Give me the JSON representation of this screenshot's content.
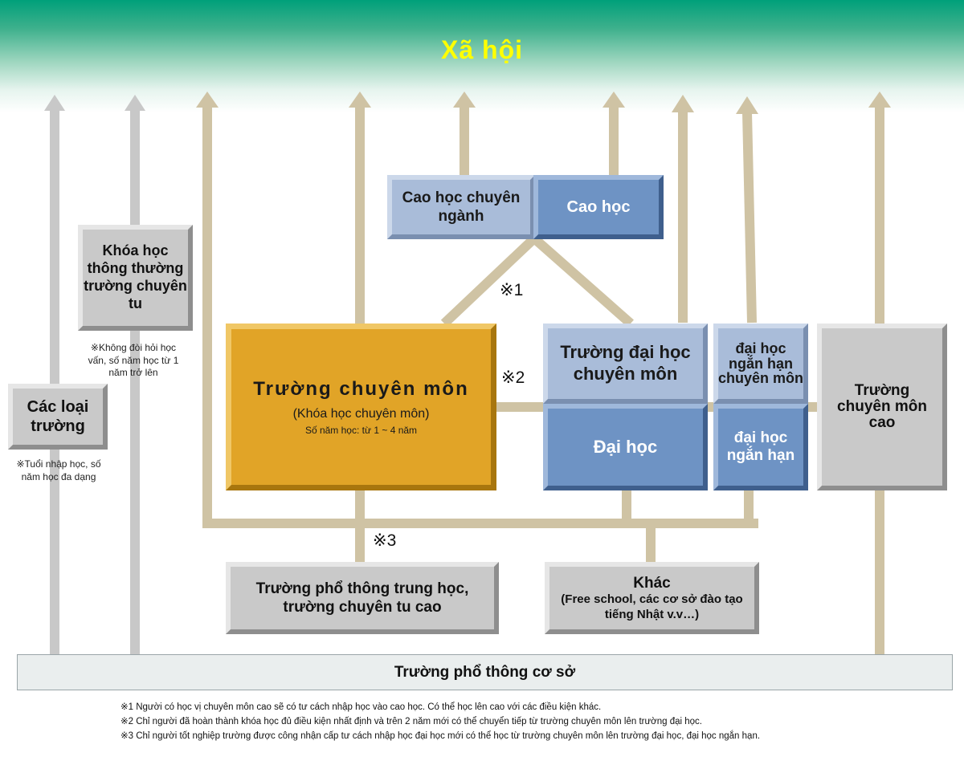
{
  "header": {
    "title": "Xã hội"
  },
  "boxes": {
    "cac_loai_truong": "Các loại trường",
    "khoa_hoc_thong_thuong": "Khóa học thông thường trường chuyên tu",
    "cao_hoc_chuyen_nganh": "Cao học chuyên ngành",
    "cao_hoc": "Cao học",
    "truong_chuyen_mon": {
      "title": "Trường chuyên môn",
      "subtitle": "(Khóa học chuyên môn)",
      "years": "Số năm học: từ 1 ~ 4 năm"
    },
    "truong_dai_hoc_chuyen_mon": "Trường đại học chuyên môn",
    "dai_hoc": "Đại học",
    "dai_hoc_ngan_han_chuyen_mon": "đại học ngắn hạn chuyên môn",
    "dai_hoc_ngan_han": "đại học ngắn hạn",
    "truong_chuyen_mon_cao": "Trường chuyên môn cao",
    "truong_pho_thong_trung_hoc": "Trường phổ thông trung học, trường chuyên tu cao",
    "khac": {
      "title": "Khác",
      "detail": "(Free school, các cơ sở đào tạo tiếng Nhật v.v…)"
    },
    "truong_pho_thong_co_so": "Trường phổ thông cơ sở"
  },
  "notes": {
    "khoa_hoc_note": "※Không đòi hỏi học vấn, số năm học từ 1 năm trở lên",
    "cac_loai_note": "※Tuổi nhập học, số năm học đa dạng"
  },
  "marks": {
    "m1": "※1",
    "m2": "※2",
    "m3": "※3"
  },
  "footnotes": [
    "※1 Người có học vị chuyên môn cao sẽ có tư cách nhập học vào cao học. Có thể học lên cao với các điều kiện khác.",
    "※2 Chỉ người đã hoàn thành khóa học đủ điều kiện nhất định và trên 2 năm mới có thể chuyển tiếp từ trường chuyên môn lên trường đại học.",
    "※3 Chỉ người tốt nghiệp trường được công nhận cấp tư cách nhập học đại học mới có thể học từ trường chuyên môn lên trường đại học, đại học ngắn hạn."
  ],
  "colors": {
    "header_green": "#00a07a",
    "title_yellow": "#ffff00",
    "arrow_tan": "#cfc3a4",
    "arrow_gray": "#c8c8c8",
    "orange": "#e1a427",
    "blue": "#6e93c4",
    "light_blue": "#a9bcd9",
    "gray": "#c9c9c9"
  }
}
